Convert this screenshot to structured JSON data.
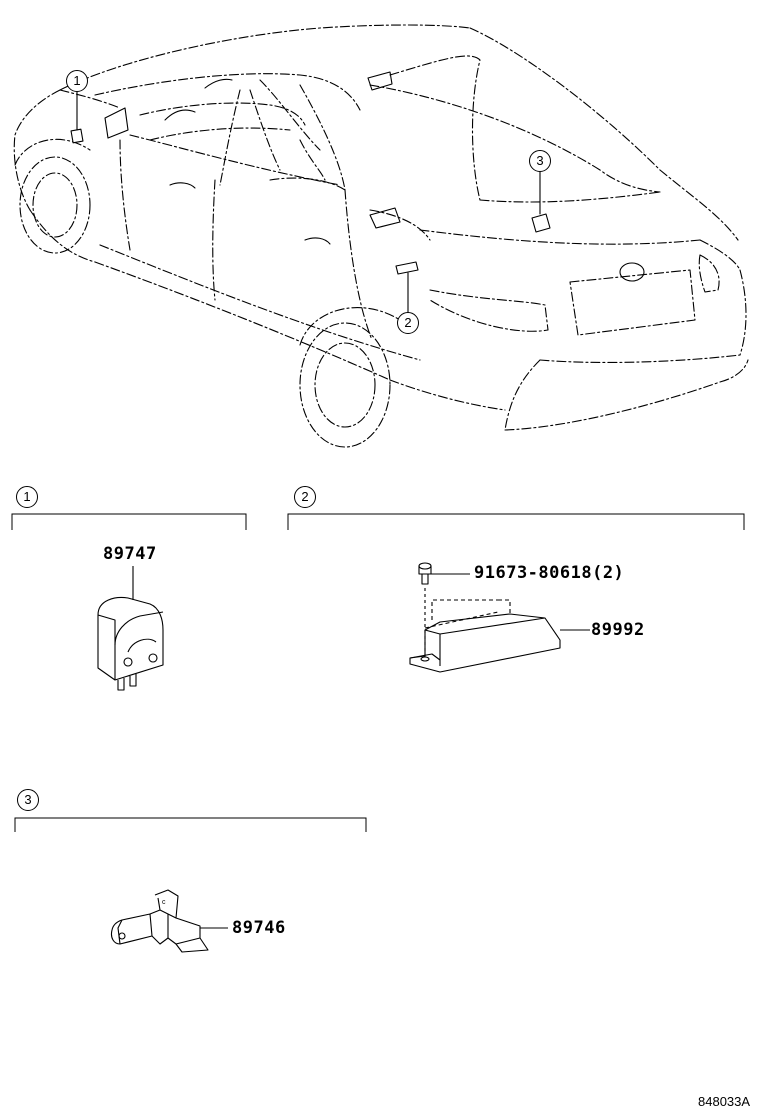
{
  "overview": {
    "callouts": [
      {
        "id": "1"
      },
      {
        "id": "2"
      },
      {
        "id": "3"
      }
    ]
  },
  "sections": [
    {
      "callout": "1",
      "parts": [
        {
          "number": "89747"
        }
      ]
    },
    {
      "callout": "2",
      "parts": [
        {
          "number": "91673-80618(2)"
        },
        {
          "number": "89992"
        }
      ]
    },
    {
      "callout": "3",
      "parts": [
        {
          "number": "89746"
        }
      ]
    }
  ],
  "figure_id": "848033A"
}
